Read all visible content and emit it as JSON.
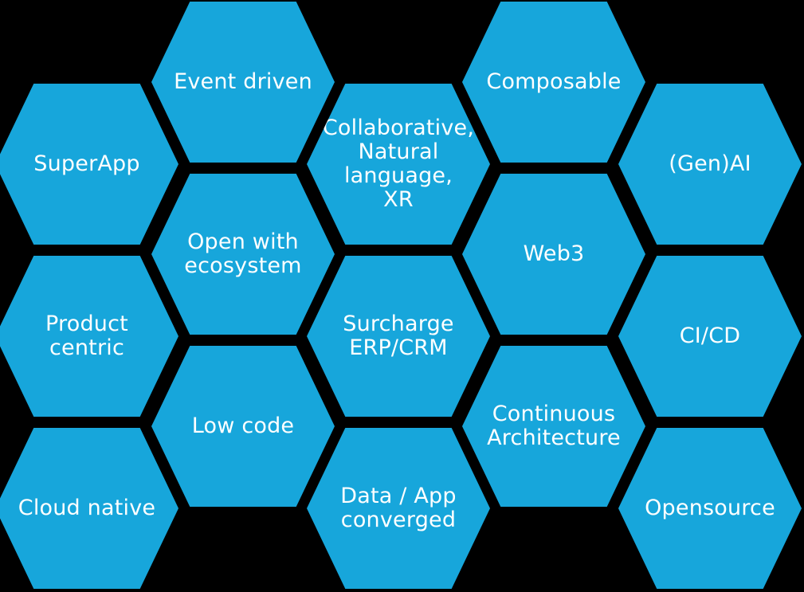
{
  "diagram": {
    "background_color": "#000000",
    "hexagon_color": "#17A6DB",
    "text_color": "#FFFFFF"
  },
  "hexagons": [
    {
      "label": "SuperApp"
    },
    {
      "label": "Product\ncentric"
    },
    {
      "label": "Cloud native"
    },
    {
      "label": "Event driven"
    },
    {
      "label": "Open with\necosystem"
    },
    {
      "label": "Low code"
    },
    {
      "label": "Collaborative,\nNatural\nlanguage,\nXR"
    },
    {
      "label": "Surcharge\nERP/CRM"
    },
    {
      "label": "Data / App\nconverged"
    },
    {
      "label": "Composable"
    },
    {
      "label": "Web3"
    },
    {
      "label": "Continuous\nArchitecture"
    },
    {
      "label": "(Gen)AI"
    },
    {
      "label": "CI/CD"
    },
    {
      "label": "Opensource"
    }
  ]
}
